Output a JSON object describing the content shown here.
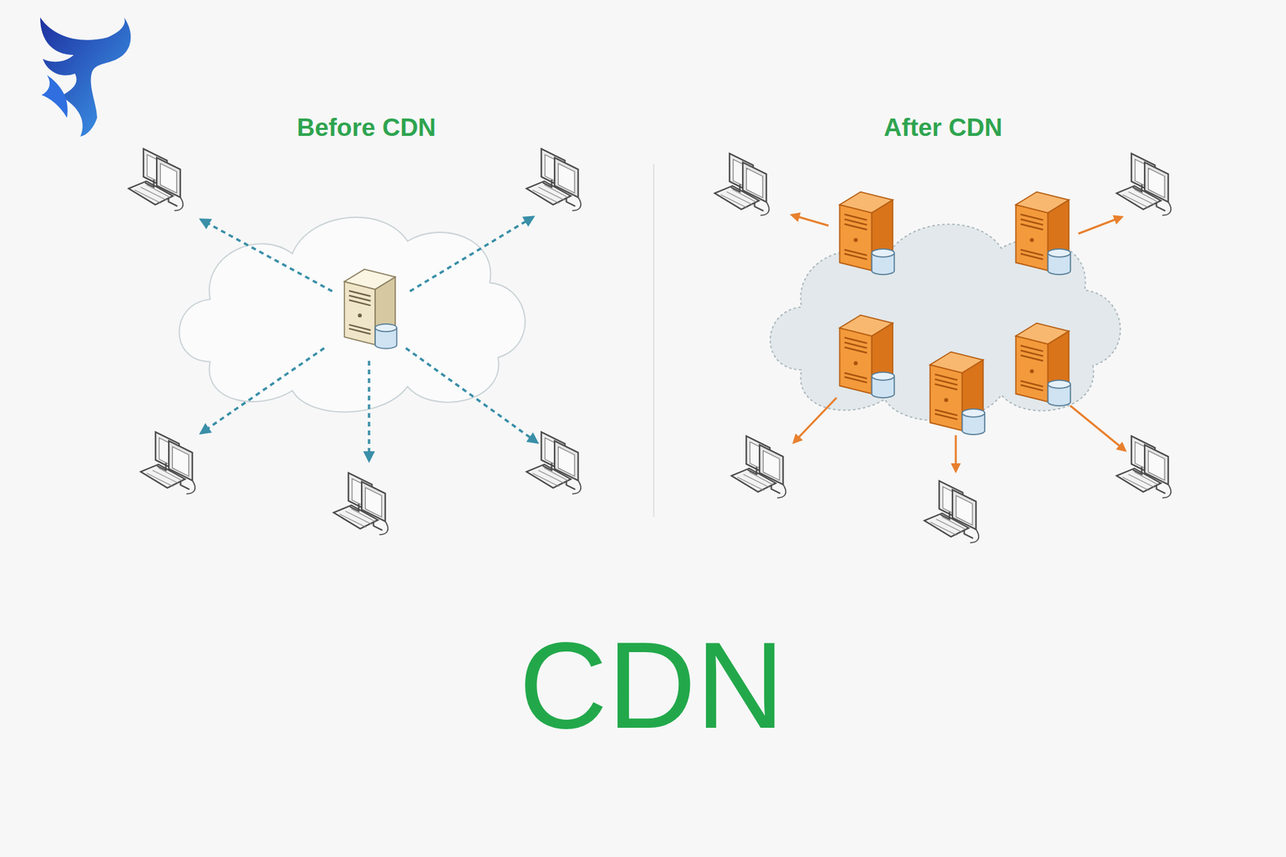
{
  "diagram": {
    "caption": "CDN",
    "labels": [
      "Before CDN",
      "After CDN"
    ]
  }
}
